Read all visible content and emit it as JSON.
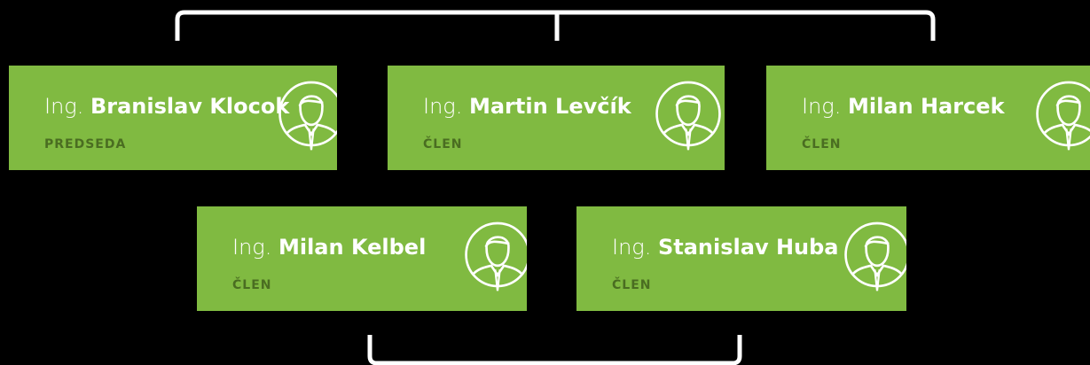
{
  "colors": {
    "card": "#80BA41",
    "background": "#000000",
    "role_text": "#4A6D21",
    "bracket": "#FFFFFF"
  },
  "members": [
    {
      "prefix": "Ing.",
      "name": "Branislav Klocok",
      "role": "PREDSEDA",
      "icon": "person-avatar-icon"
    },
    {
      "prefix": "Ing.",
      "name": "Martin Levčík",
      "role": "ČLEN",
      "icon": "person-avatar-icon"
    },
    {
      "prefix": "Ing.",
      "name": "Milan Harcek",
      "role": "ČLEN",
      "icon": "person-avatar-icon"
    },
    {
      "prefix": "Ing.",
      "name": "Milan Kelbel",
      "role": "ČLEN",
      "icon": "person-avatar-icon"
    },
    {
      "prefix": "Ing.",
      "name": "Stanislav Huba",
      "role": "ČLEN",
      "icon": "person-avatar-icon"
    }
  ]
}
